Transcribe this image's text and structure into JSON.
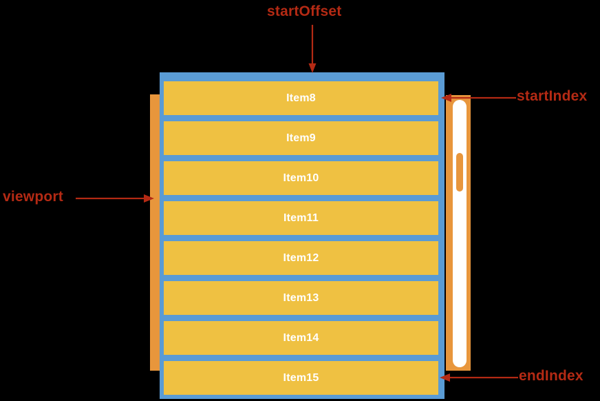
{
  "diagram": {
    "title": "virtual-list-viewport-diagram",
    "colors": {
      "background": "#000000",
      "viewport_border": "#5a9bd4",
      "item_fill": "#efc142",
      "item_text": "#ffffff",
      "orange_bar": "#e8963c",
      "scroll_track": "#ffffff",
      "scroll_thumb": "#e8963c",
      "annotation": "#b42a14"
    },
    "items": [
      {
        "label": "Item8"
      },
      {
        "label": "Item9"
      },
      {
        "label": "Item10"
      },
      {
        "label": "Item11"
      },
      {
        "label": "Item12"
      },
      {
        "label": "Item13"
      },
      {
        "label": "Item14"
      },
      {
        "label": "Item15"
      }
    ],
    "annotations": {
      "start_offset": "startOffset",
      "start_index": "startIndex",
      "viewport": "viewport",
      "end_index": "endIndex"
    }
  }
}
